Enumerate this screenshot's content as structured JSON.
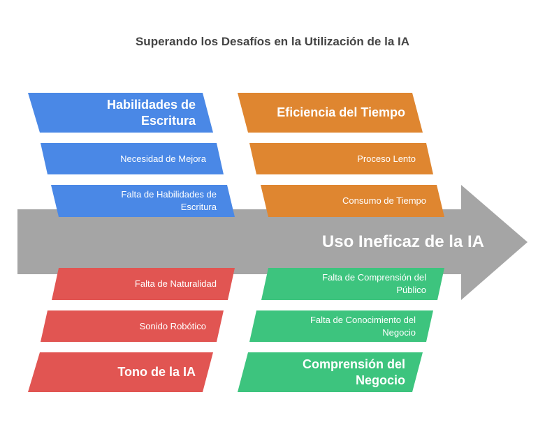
{
  "title": "Superando los Desafíos en la Utilización de la IA",
  "main": "Uso Ineficaz de la IA",
  "colors": {
    "arrow": "#a5a5a5",
    "blue": "#4a88e6",
    "orange": "#df8630",
    "red": "#e15552",
    "green": "#3dc47e"
  },
  "categories": {
    "writing": {
      "label": "Habilidades de Escritura",
      "causes": [
        "Necesidad de Mejora",
        "Falta de Habilidades de Escritura"
      ]
    },
    "time": {
      "label": "Eficiencia del Tiempo",
      "causes": [
        "Proceso Lento",
        "Consumo de Tiempo"
      ]
    },
    "tone": {
      "label": "Tono de la IA",
      "causes": [
        "Falta de Naturalidad",
        "Sonido Robótico"
      ]
    },
    "business": {
      "label": "Comprensión del Negocio",
      "causes": [
        "Falta de Comprensión del Público",
        "Falta de Conocimiento del Negocio"
      ]
    }
  }
}
